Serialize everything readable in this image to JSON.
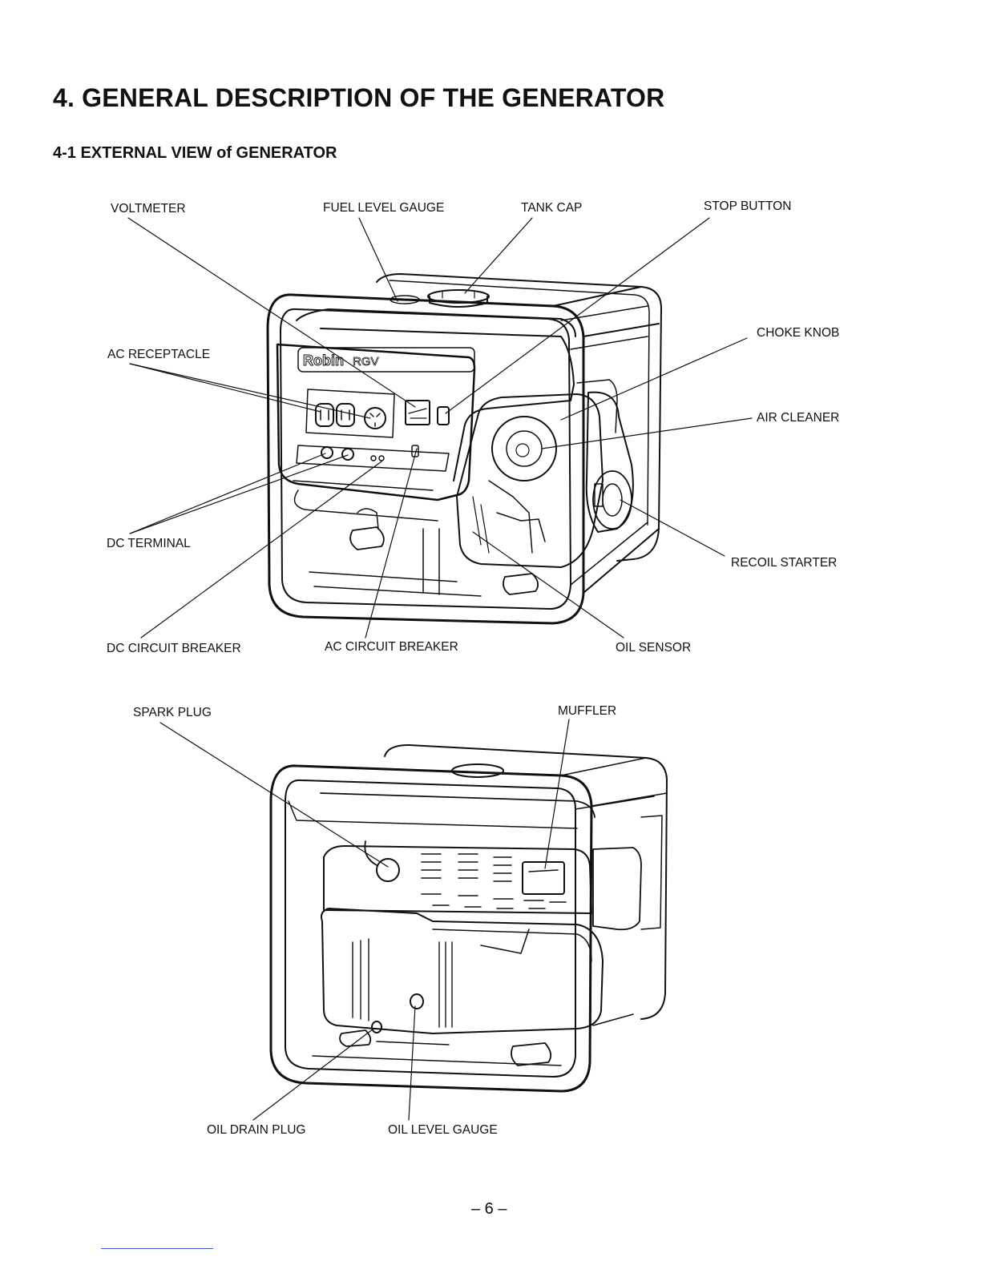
{
  "heading": "4. GENERAL DESCRIPTION OF THE GENERATOR",
  "subheading": "4-1  EXTERNAL VIEW of GENERATOR",
  "front_view": {
    "labels": {
      "voltmeter": "VOLTMETER",
      "fuel_level_gauge": "FUEL LEVEL GAUGE",
      "tank_cap": "TANK CAP",
      "stop_button": "STOP BUTTON",
      "choke_knob": "CHOKE KNOB",
      "ac_receptacle": "AC RECEPTACLE",
      "air_cleaner": "AIR CLEANER",
      "dc_terminal": "DC TERMINAL",
      "recoil_starter": "RECOIL STARTER",
      "dc_circuit_breaker": "DC CIRCUIT BREAKER",
      "ac_circuit_breaker": "AC CIRCUIT BREAKER",
      "oil_sensor": "OIL SENSOR"
    }
  },
  "rear_view": {
    "labels": {
      "spark_plug": "SPARK PLUG",
      "muffler": "MUFFLER",
      "oil_drain_plug": "OIL DRAIN PLUG",
      "oil_level_gauge": "OIL LEVEL GAUGE"
    }
  },
  "page_number": "– 6 –"
}
